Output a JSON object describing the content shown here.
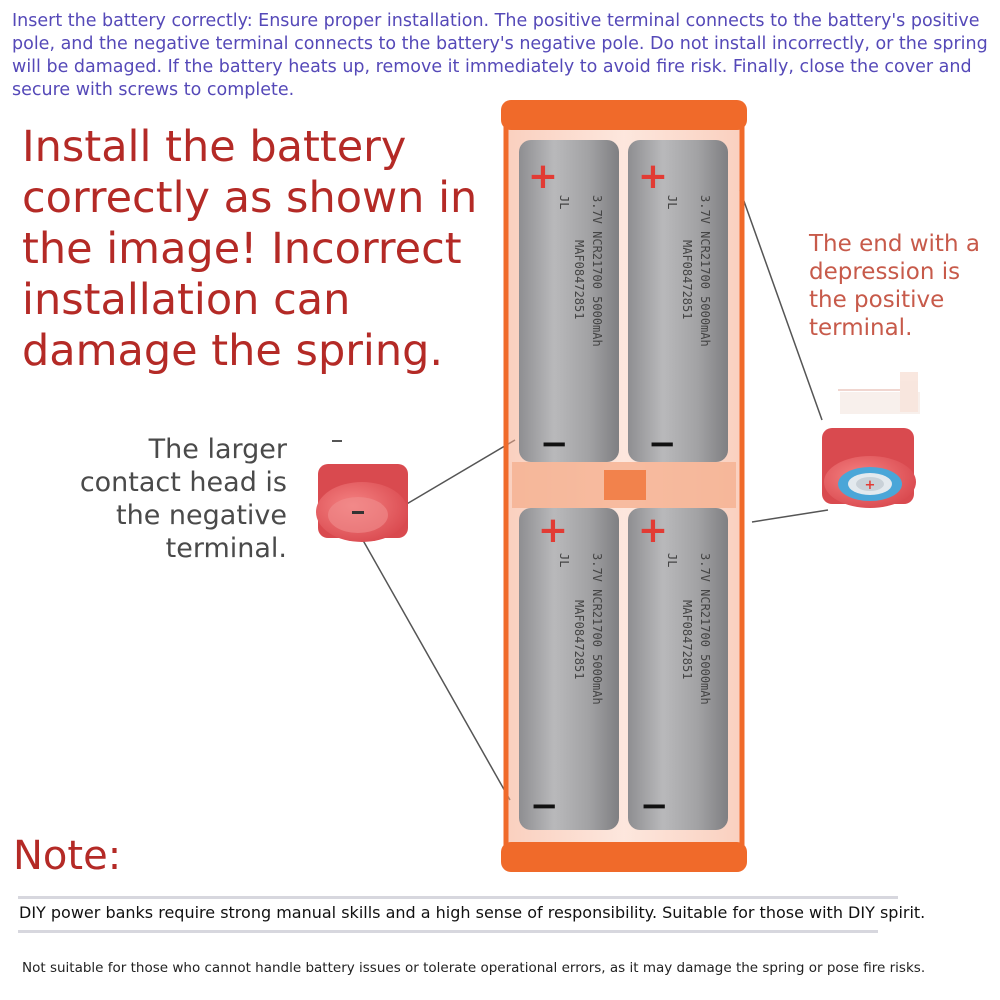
{
  "intro_text": "Insert the battery correctly: Ensure proper installation. The positive terminal connects to the battery's positive pole, and the negative terminal connects to the battery's negative pole. Do not install incorrectly, or the spring will be damaged. If the battery heats up, remove it immediately to avoid fire risk. Finally, close the cover and secure with screws to complete.",
  "headline": "Install the battery correctly as shown in the image! Incorrect installation can damage the spring.",
  "negative_label": "The larger contact head is the negative terminal.",
  "positive_label": "The end with a depression is the positive terminal.",
  "note": {
    "title": "Note:",
    "line1": "DIY power banks require strong manual skills and a high sense of responsibility. Suitable for those with DIY spirit.",
    "line2": "Not suitable for those who cannot handle battery issues or tolerate operational errors, as it may damage the spring or pose fire risks."
  },
  "battery": {
    "plus_sign": "+",
    "minus_sign": "−",
    "print_line1": "3.7V  NCR21700  5000mAh",
    "print_line2": "MAF08472851",
    "brand": "JL"
  },
  "colors": {
    "case_orange": "#f06a2a",
    "battery_gray": "#a3a3a5",
    "headline_red": "#b42a26",
    "intro_purple": "#5549b8",
    "contact_pink": "#e95b5b",
    "depression_blue": "#4aa6d8"
  }
}
